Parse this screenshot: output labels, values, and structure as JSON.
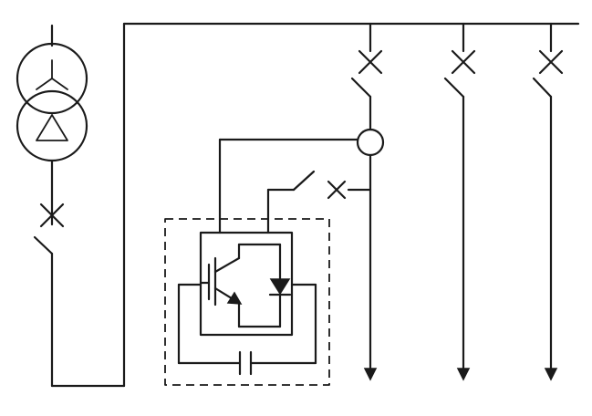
{
  "diagram": {
    "type": "single-line circuit schematic",
    "line_color": "#1a1a1a",
    "background": "#ffffff",
    "components": [
      "transformer-symbol",
      "circuit-breaker",
      "power-bus",
      "feeder-breaker",
      "current-transformer",
      "igbt-module",
      "freewheeling-diode",
      "dc-capacitor",
      "load-arrow"
    ],
    "feeder_count": 3,
    "labels": []
  }
}
